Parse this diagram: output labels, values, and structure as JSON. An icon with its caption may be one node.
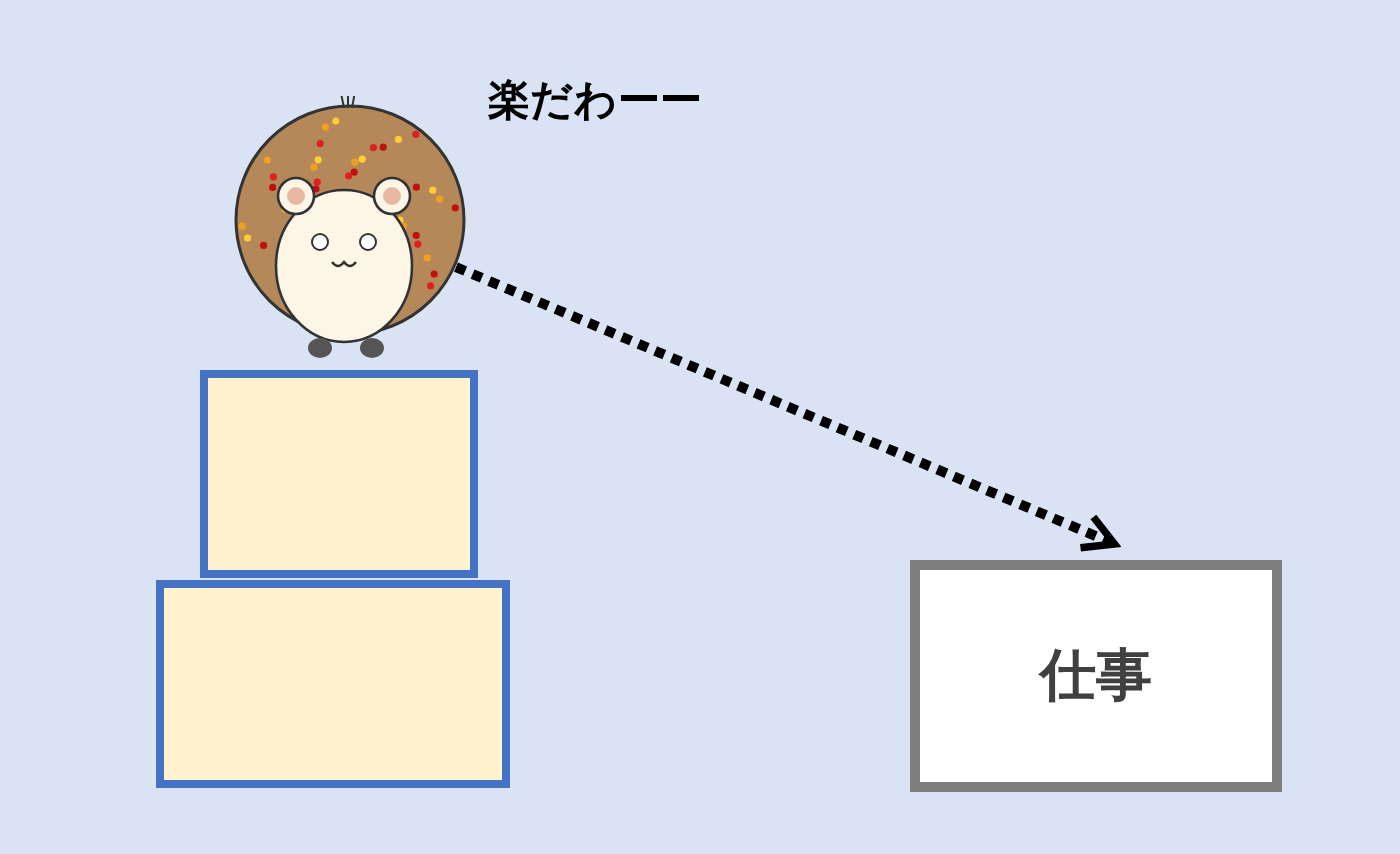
{
  "diagram": {
    "nodes": [
      {
        "text": [],
        "shape": "picture"
      },
      {
        "text": [],
        "shape": "box"
      },
      {
        "text": [],
        "shape": "box"
      },
      {
        "text": [
          "仕事"
        ]
      }
    ],
    "edges": [
      {
        "from": 0,
        "to": 3,
        "arrow": "to",
        "style": "dashed"
      }
    ],
    "labels": [
      "楽だわーー"
    ]
  }
}
